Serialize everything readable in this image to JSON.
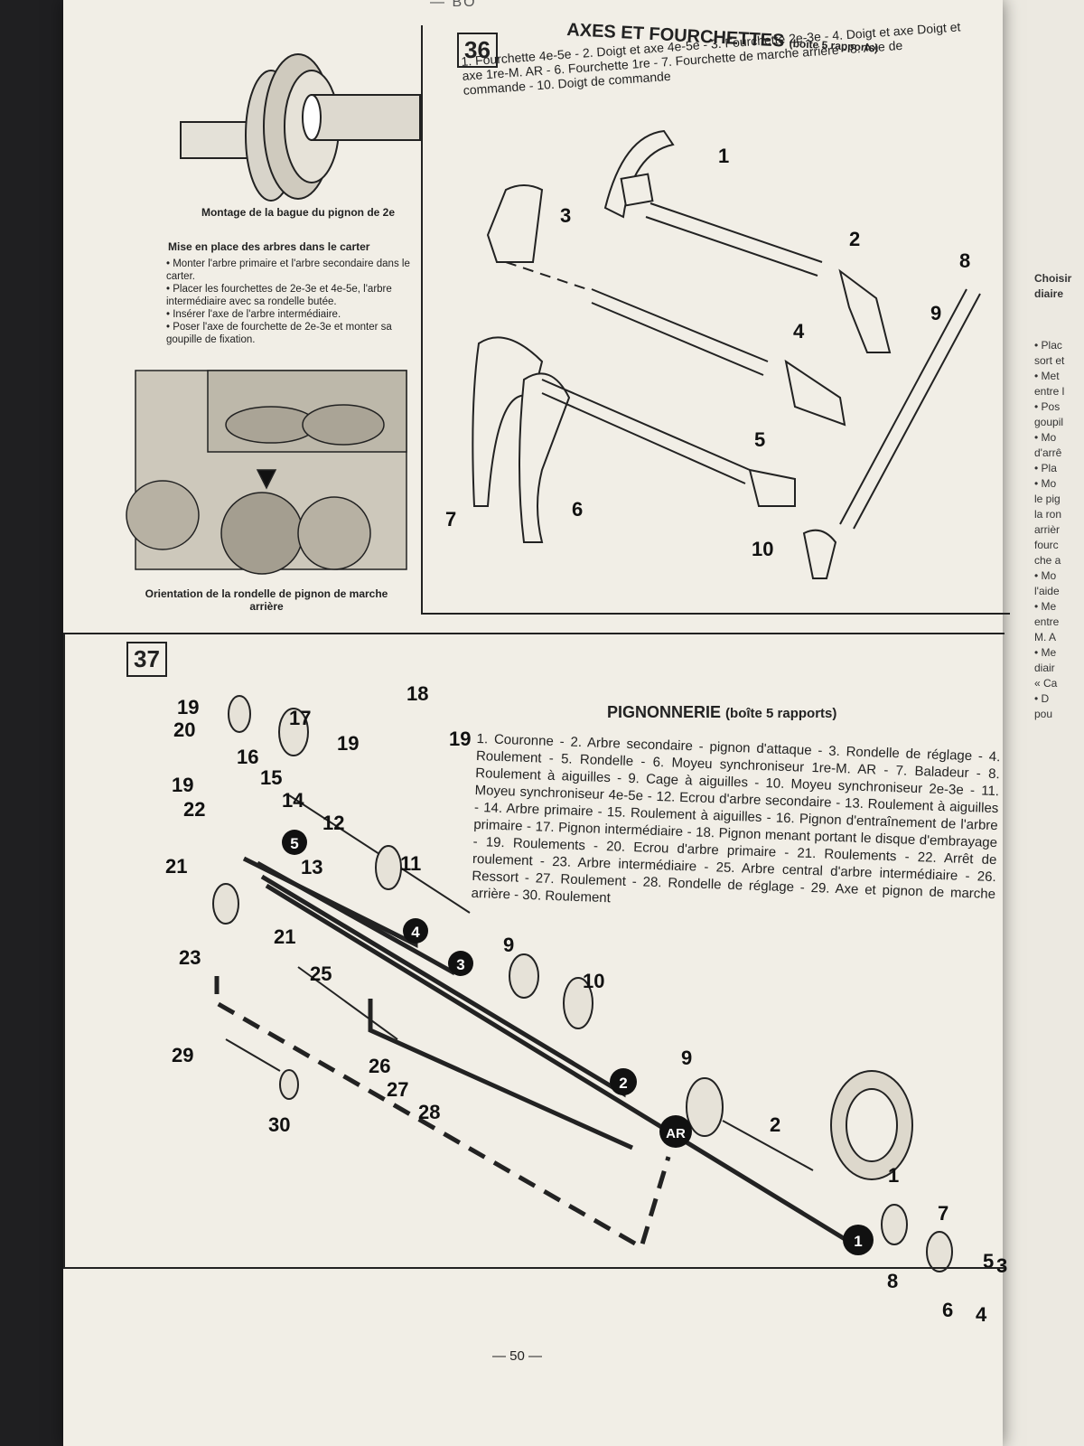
{
  "header_fragment": "— BO",
  "figure_captions": {
    "top": "Montage de la bague du pignon de 2e",
    "bottom": "Orientation de la rondelle de pignon de marche arrière"
  },
  "left_text": {
    "heading": "Mise en place des arbres dans le carter",
    "bullets": [
      "• Monter l'arbre primaire et l'arbre secondaire dans le carter.",
      "• Placer les fourchettes de 2e-3e et 4e-5e, l'arbre intermédiaire avec sa rondelle butée.",
      "• Insérer l'axe de l'arbre intermédiaire.",
      "• Poser l'axe de fourchette de 2e-3e et monter sa goupille de fixation."
    ]
  },
  "section36": {
    "number": "36",
    "title": "AXES ET FOURCHETTES",
    "title_suffix": "(boîte 5 rapports)",
    "legend": "1. Fourchette 4e-5e - 2. Doigt et axe 4e-5e - 3. Fourchette 2e-3e - 4. Doigt et axe Doigt et axe 1re-M. AR - 6. Fourchette 1re - 7. Fourchette de marche arrière - 8. Axe de commande - 10. Doigt de commande",
    "labels": [
      "1",
      "2",
      "3",
      "4",
      "5",
      "6",
      "7",
      "8",
      "9",
      "10"
    ]
  },
  "section37": {
    "number": "37",
    "title": "PIGNONNERIE",
    "title_suffix": "(boîte 5 rapports)",
    "legend": "1. Couronne - 2. Arbre secondaire - pignon d'attaque - 3. Rondelle de réglage - 4. Roulement - 5. Rondelle - 6. Moyeu synchroniseur 1re-M. AR - 7. Baladeur - 8. Roulement à aiguilles - 9. Cage à aiguilles - 10. Moyeu synchroniseur 2e-3e - 11. Moyeu synchroniseur 4e-5e - 12. Ecrou d'arbre secondaire - 13. Roulement à aiguilles - 14. Arbre primaire - 15. Roulement à aiguilles - 16. Pignon d'entraînement de l'arbre primaire - 17. Pignon intermédiaire - 18. Pignon menant portant le disque d'embrayage - 19. Roulements - 20. Ecrou d'arbre primaire - 21. Roulements - 22. Arrêt de roulement - 23. Arbre intermédiaire - 25. Arbre central d'arbre intermédiaire - 26. Ressort - 27. Roulement - 28. Rondelle de réglage - 29. Axe et pignon de marche arrière - 30. Roulement",
    "part_labels": [
      "19",
      "20",
      "16",
      "15",
      "19",
      "22",
      "17",
      "19",
      "18",
      "19",
      "14",
      "12",
      "13",
      "11",
      "21",
      "23",
      "21",
      "25",
      "9",
      "10",
      "29",
      "30",
      "26",
      "27",
      "28",
      "9",
      "2",
      "1",
      "7",
      "8",
      "5",
      "6",
      "4",
      "3"
    ],
    "gear_badges": [
      "5",
      "4",
      "3",
      "2",
      "AR",
      "1"
    ]
  },
  "right_page_fragments": [
    "Choisir",
    "diaire",
    "• Plac",
    "sort et",
    "• Met",
    "entre l",
    "• Pos",
    "goupil",
    "• Mo",
    "d'arrê",
    "• Pla",
    "• Mo",
    "le pig",
    "la ron",
    "arrièr",
    "fourc",
    "che a",
    "• Mo",
    "l'aide",
    "• Me",
    "entre",
    "M. A",
    "• Me",
    "diair",
    "« Ca",
    "• D",
    "pou"
  ],
  "page_number": "— 50 —",
  "colors": {
    "paper": "#f1eee6",
    "ink": "#222222",
    "background": "#2b2b2d"
  }
}
